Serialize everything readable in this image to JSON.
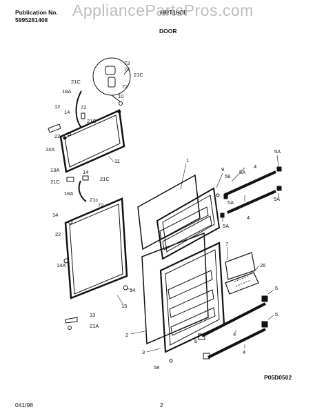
{
  "header": {
    "publication_label": "Publication No.",
    "publication_number": "5995281408",
    "model_code": "MRT18CE",
    "section_title": "DOOR",
    "watermark": "AppliancePartsPros.com"
  },
  "footer": {
    "date": "041/98",
    "page": "2",
    "figure_id": "P05D0502"
  },
  "callouts": {
    "c73": "73",
    "c74": "74",
    "c72a": "72",
    "c21Ca": "21C",
    "c21Cb": "21C",
    "c18A": "18A",
    "c72b": "72",
    "c10": "10",
    "c12": "12",
    "c14a": "14",
    "c21Cc": "21C",
    "c22a": "22",
    "c14A": "14A",
    "c11": "11",
    "c13A": "13A",
    "c21Cd": "21C",
    "c14b": "14",
    "c21Ce": "21C",
    "c18Ab": "18A",
    "c21c": "21c",
    "c72c": "72",
    "c14c": "14",
    "c22b": "22",
    "c14Ab": "14A",
    "c14d": "14",
    "c15": "15",
    "c13": "13",
    "c21A": "21A",
    "c1": "1",
    "c9": "9",
    "c58a": "58",
    "c5Aa": "5A",
    "c4a": "4",
    "c5Ab": "5A",
    "c5Ac": "5A",
    "c4b": "4",
    "c5Ad": "5A",
    "c5Ae": "5A",
    "c7": "7",
    "c26": "26",
    "c5a": "5",
    "c5b": "5",
    "c2": "2",
    "c4c": "4",
    "c6": "6",
    "c3": "3",
    "c4d": "4",
    "c58b": "58"
  }
}
